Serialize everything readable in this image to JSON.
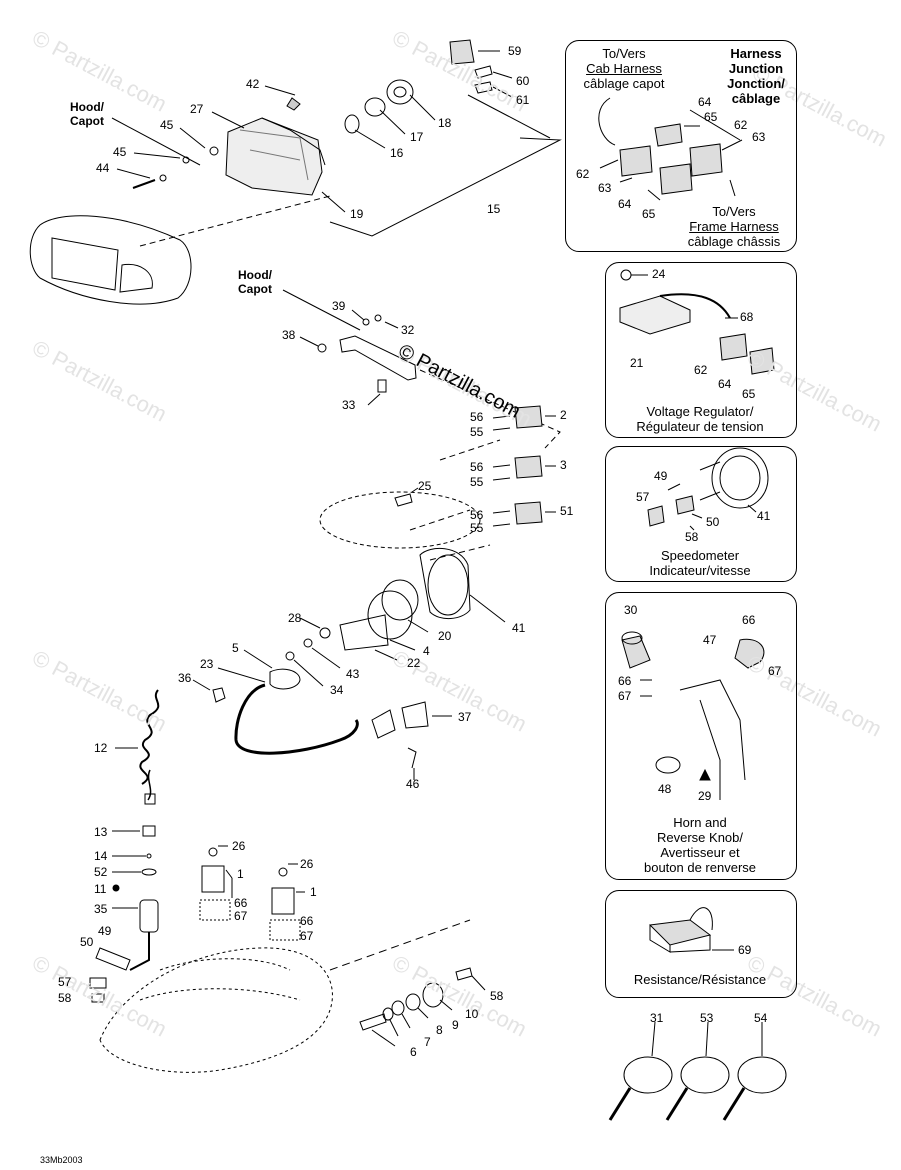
{
  "labels": {
    "hood_top": "Hood/",
    "capot_top": "Capot",
    "hood_mid": "Hood/",
    "capot_mid": "Capot"
  },
  "harness_box": {
    "to_vers": "To/Vers",
    "cab_harness": "Cab Harness",
    "cablage_capot": "câblage capot",
    "harness": "Harness",
    "junction": "Junction",
    "jonction": "Jonction/",
    "cablage": "câblage",
    "to_vers2": "To/Vers",
    "frame_harness": "Frame Harness",
    "cablage_chassis": "câblage châssis"
  },
  "captions": {
    "voltage1": "Voltage Regulator/",
    "voltage2": "Régulateur de tension",
    "speedo1": "Speedometer",
    "speedo2": "Indicateur/vitesse",
    "horn1": "Horn and",
    "horn2": "Reverse Knob/",
    "horn3": "Avertisseur et",
    "horn4": "bouton de renverse",
    "resistance": "Resistance/Résistance"
  },
  "watermark": "© Partzilla.com",
  "drawing_ref": "33Mb2003",
  "parts": {
    "p59": "59",
    "p60": "60",
    "p61": "61",
    "p42": "42",
    "p27": "27",
    "p45a": "45",
    "p45b": "45",
    "p44": "44",
    "p18": "18",
    "p17": "17",
    "p16": "16",
    "p19": "19",
    "p15": "15",
    "h64a": "64",
    "h65a": "65",
    "h62a": "62",
    "h63a": "63",
    "h62b": "62",
    "h63b": "63",
    "h64b": "64",
    "h65b": "65",
    "p24": "24",
    "p68": "68",
    "p21": "21",
    "v62": "62",
    "v64": "64",
    "v65": "65",
    "p39": "39",
    "p32": "32",
    "p38": "38",
    "p33": "33",
    "p56a": "56",
    "p55a": "55",
    "p2": "2",
    "p56b": "56",
    "p55b": "55",
    "p3": "3",
    "p25": "25",
    "p56c": "56",
    "p55c": "55",
    "p51": "51",
    "s49": "49",
    "s57": "57",
    "s50": "50",
    "s58": "58",
    "s41": "41",
    "p41": "41",
    "p28": "28",
    "p20": "20",
    "p5": "5",
    "p22": "22",
    "p4": "4",
    "p43": "43",
    "p23": "23",
    "p36": "36",
    "p34": "34",
    "p37": "37",
    "p46": "46",
    "p12": "12",
    "k30": "30",
    "k66": "66",
    "k47": "47",
    "k67": "67",
    "k66b": "66",
    "k67b": "67",
    "k48": "48",
    "k29": "29",
    "p69": "69",
    "p13": "13",
    "p14": "14",
    "p52": "52",
    "p11": "11",
    "p35": "35",
    "p49": "49",
    "p50": "50",
    "p57": "57",
    "p58": "58",
    "p26a": "26",
    "p1a": "1",
    "p66a": "66",
    "p67a": "67",
    "p26b": "26",
    "p1b": "1",
    "p66b": "66",
    "p67b": "67",
    "p58b": "58",
    "p10": "10",
    "p9": "9",
    "p8": "8",
    "p7": "7",
    "p6": "6",
    "t31": "31",
    "t53": "53",
    "t54": "54"
  }
}
